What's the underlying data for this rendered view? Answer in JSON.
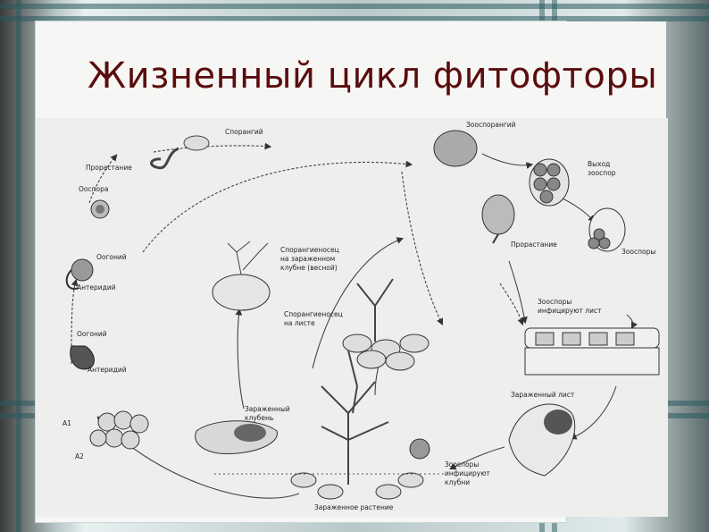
{
  "slide": {
    "title": "Жизненный цикл фитофторы"
  },
  "diagram": {
    "labels": {
      "sporangium": "Спорангий",
      "germination_left": "Прорастание",
      "oospore": "Ооспора",
      "oogonium_1": "Оогоний",
      "antheridium_1": "Антеридий",
      "oogonium_2": "Оогоний",
      "antheridium_2": "Антеридий",
      "a1": "А1",
      "a2": "А2",
      "zoosporangium": "Зооспорангий",
      "zoospore_release_1": "Выход",
      "zoospore_release_2": "зооспор",
      "germination_right": "Прорастание",
      "zoospores": "Зооспоры",
      "sporangiophore_tuber_1": "Спорангиеносец",
      "sporangiophore_tuber_2": "на зараженном",
      "sporangiophore_tuber_3": "клубне (весной)",
      "sporangiophore_leaf_1": "Спорангиеносец",
      "sporangiophore_leaf_2": "на листе",
      "zoospores_infect_leaf_1": "Зооспоры",
      "zoospores_infect_leaf_2": "инфицируют лист",
      "infected_leaf": "Зараженный лист",
      "infected_tuber_1": "Зараженный",
      "infected_tuber_2": "клубень",
      "zoospores_infect_tubers_1": "Зооспоры",
      "zoospores_infect_tubers_2": "инфицируют",
      "zoospores_infect_tubers_3": "клубни",
      "infected_plant": "Зараженное растение"
    }
  },
  "colors": {
    "title": "#5a0d0d",
    "frame_teal": "#2a5a5e",
    "slide_bg": "#f6f6f4",
    "diagram_bg": "#eeeeec"
  }
}
